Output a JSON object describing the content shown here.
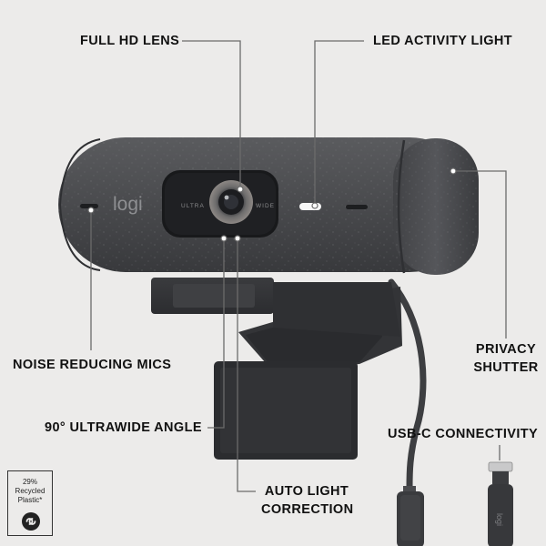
{
  "callouts": {
    "full_hd_lens": "FULL HD LENS",
    "led_activity_light": "LED ACTIVITY LIGHT",
    "noise_reducing_mics": "NOISE REDUCING MICS",
    "privacy_shutter_line1": "PRIVACY",
    "privacy_shutter_line2": "SHUTTER",
    "ultrawide_angle": "90° ULTRAWIDE ANGLE",
    "usb_c_connectivity": "USB-C CONNECTIVITY",
    "auto_light_line1": "AUTO LIGHT",
    "auto_light_line2": "CORRECTION"
  },
  "product": {
    "logo_text": "logi",
    "lens_left_text": "ULTRA",
    "lens_right_text": "WIDE",
    "connector_logo": "logi"
  },
  "badge": {
    "line1": "29%",
    "line2": "Recycled",
    "line3": "Plastic*",
    "icon": "recycle-loop-icon"
  },
  "colors": {
    "background": "#ecebea",
    "body": "#4a4b4e",
    "leader_line": "#6b6b6b"
  }
}
